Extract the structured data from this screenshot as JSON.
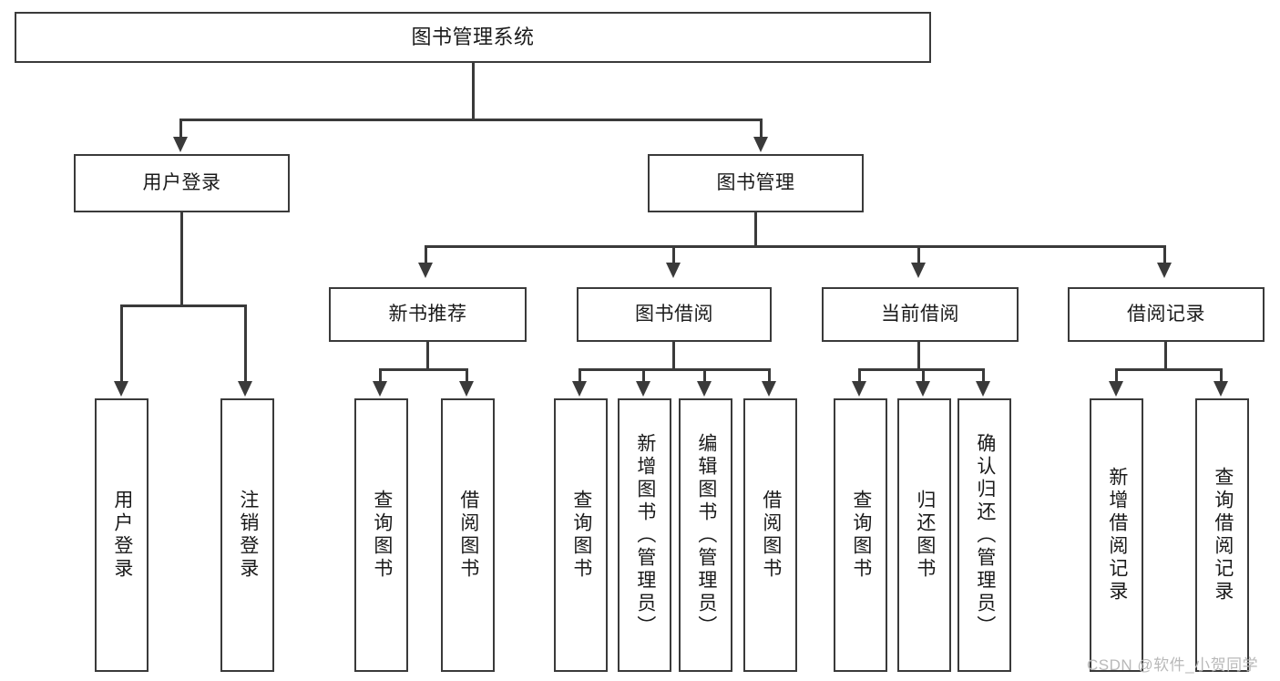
{
  "diagram": {
    "title": "图书管理系统",
    "type": "功能结构图",
    "watermark": "CSDN @软件_小贺同学",
    "colors": {
      "stroke": "#3a3a3a",
      "box_fill": "#ffffff",
      "text": "#1a1a1a",
      "background": "#ffffff",
      "watermark": "#b9b9b9"
    }
  },
  "nodes": {
    "root": {
      "label": "图书管理系统"
    },
    "level2": [
      {
        "id": "user-login",
        "label": "用户登录"
      },
      {
        "id": "book-management",
        "label": "图书管理"
      }
    ],
    "level3": [
      {
        "id": "new-book-recommend",
        "label": "新书推荐"
      },
      {
        "id": "book-borrow",
        "label": "图书借阅"
      },
      {
        "id": "current-borrow",
        "label": "当前借阅"
      },
      {
        "id": "borrow-record",
        "label": "借阅记录"
      }
    ],
    "leaves": [
      {
        "id": "leaf-user-login",
        "label": "用户登录",
        "parent": "user-login"
      },
      {
        "id": "leaf-user-logout",
        "label": "注销登录",
        "parent": "user-login"
      },
      {
        "id": "leaf-rec-query-book",
        "label": "查询图书",
        "parent": "new-book-recommend"
      },
      {
        "id": "leaf-rec-borrow-book",
        "label": "借阅图书",
        "parent": "new-book-recommend"
      },
      {
        "id": "leaf-borrow-query-book",
        "label": "查询图书",
        "parent": "book-borrow"
      },
      {
        "id": "leaf-borrow-add-book",
        "label": "新增图书（管理员）",
        "parent": "book-borrow"
      },
      {
        "id": "leaf-borrow-edit-book",
        "label": "编辑图书（管理员）",
        "parent": "book-borrow"
      },
      {
        "id": "leaf-borrow-borrow-book",
        "label": "借阅图书",
        "parent": "book-borrow"
      },
      {
        "id": "leaf-cur-query-book",
        "label": "查询图书",
        "parent": "current-borrow"
      },
      {
        "id": "leaf-cur-return-book",
        "label": "归还图书",
        "parent": "current-borrow"
      },
      {
        "id": "leaf-cur-confirm-return",
        "label": "确认归还（管理员）",
        "parent": "current-borrow"
      },
      {
        "id": "leaf-rec-add-record",
        "label": "新增借阅记录",
        "parent": "borrow-record"
      },
      {
        "id": "leaf-rec-query-record",
        "label": "查询借阅记录",
        "parent": "borrow-record"
      }
    ]
  }
}
